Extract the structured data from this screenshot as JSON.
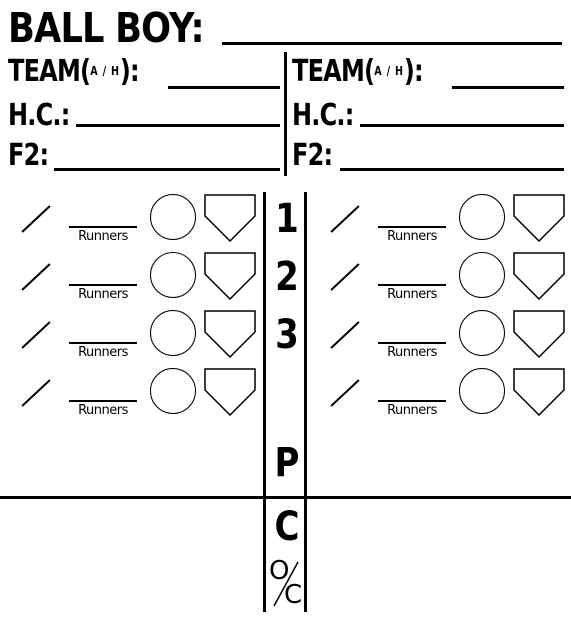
{
  "header": {
    "title": "BALL BOY:",
    "team_label": "TEAM(",
    "team_ah": "A / H",
    "team_close": "):",
    "hc_label": "H.C.:",
    "f2_label": "F2:"
  },
  "rows": [
    {
      "runners_label": "Runners",
      "number": "1"
    },
    {
      "runners_label": "Runners",
      "number": "2"
    },
    {
      "runners_label": "Runners",
      "number": "3"
    },
    {
      "runners_label": "Runners",
      "number": ""
    }
  ],
  "middle": {
    "p_label": "P",
    "c_label": "C",
    "oc_o": "O",
    "oc_c": "C"
  }
}
